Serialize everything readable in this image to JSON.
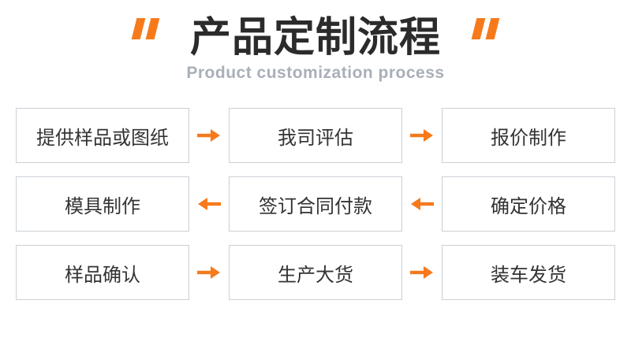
{
  "header": {
    "title": "产品定制流程",
    "subtitle": "Product customization process"
  },
  "colors": {
    "accent_orange": "#F67A1C",
    "title_text": "#2B2B2B",
    "subtitle_text": "#A9AFB8",
    "box_border": "#CBD0D6",
    "box_text": "#333333"
  },
  "flow": {
    "rows": [
      {
        "arrow_direction": "right",
        "boxes": [
          {
            "label": "提供样品或图纸"
          },
          {
            "label": "我司评估"
          },
          {
            "label": "报价制作"
          }
        ]
      },
      {
        "arrow_direction": "left",
        "boxes": [
          {
            "label": "模具制作"
          },
          {
            "label": "签订合同付款"
          },
          {
            "label": "确定价格"
          }
        ]
      },
      {
        "arrow_direction": "right",
        "boxes": [
          {
            "label": "样品确认"
          },
          {
            "label": "生产大货"
          },
          {
            "label": "装车发货"
          }
        ]
      }
    ]
  }
}
